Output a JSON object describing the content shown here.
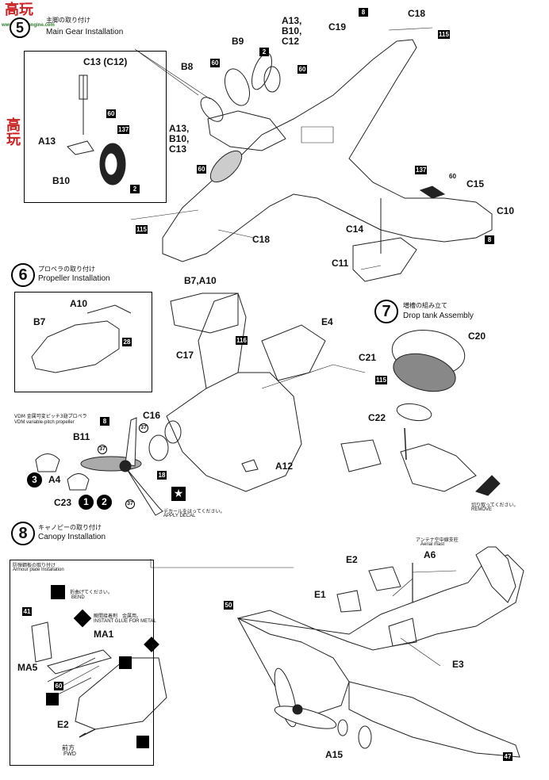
{
  "watermark": {
    "logo_text": "高玩",
    "url_text": "www.hobbyengine.com"
  },
  "step5": {
    "number": "5",
    "title_jp": "主脚の取り付け",
    "title_en": "Main Gear Installation",
    "inset_labels": {
      "c13": "C13 (C12)",
      "a13": "A13",
      "b10": "B10",
      "n60": "60",
      "n137": "137",
      "n2": "2"
    },
    "labels": {
      "b9": "B9",
      "b8": "B8",
      "n60a": "60",
      "n2": "2",
      "a13_list": "A13,\nB10,\nC12",
      "a13_list2": "A13,\nB10,\nC13",
      "n60b": "60",
      "n60c": "60",
      "n115a": "115",
      "c18a": "C18",
      "n8a": "8",
      "c18b": "C18",
      "c19": "C19",
      "n115b": "115",
      "n137": "137",
      "n60d": "60",
      "c15": "C15",
      "c10": "C10",
      "c14": "C14",
      "n8b": "8",
      "c11": "C11"
    }
  },
  "step6": {
    "number": "6",
    "title_jp": "プロペラの取り付け",
    "title_en": "Propeller Installation",
    "inset_labels": {
      "a10": "A10",
      "b7": "B7",
      "n28": "28"
    },
    "labels": {
      "b7a10": "B7,A10",
      "e4": "E4",
      "n116": "116",
      "c17": "C17",
      "c16": "C16",
      "n37a": "37",
      "n8": "8",
      "b11": "B11",
      "n37b": "37",
      "n18": "18",
      "n37c": "37",
      "a4": "A4",
      "c23": "C23",
      "a12": "A12",
      "n3": "3",
      "n1": "1",
      "n2": "2",
      "vdm_jp": "VDM 金属可変ピッチ3翅プロペラ",
      "vdm_en": "VDM variable-pitch propeller",
      "decal_jp": "デカールをはってください。",
      "decal_en": "APPLY DECAL"
    }
  },
  "step7": {
    "number": "7",
    "title_jp": "増槽の組み立て",
    "title_en": "Drop tank Assembly",
    "labels": {
      "c20": "C20",
      "c21": "C21",
      "n115": "115",
      "c22": "C22",
      "remove_jp": "切り取ってください。",
      "remove_en": "REMOVE"
    }
  },
  "step8": {
    "number": "8",
    "title_jp": "キャノピーの取り付け",
    "title_en": "Canopy Installation",
    "armour": {
      "title_jp": "防弾鋼板の取り付け",
      "title_en": "Armour plate Installation",
      "bend_jp": "折曲げてください。",
      "bend_en": "BEND",
      "glue_jp": "瞬間接着剤　金属用。",
      "glue_en": "INSTANT GLUE FOR METAL",
      "ma1": "MA1",
      "ma5": "MA5",
      "n41": "41",
      "n60": "60",
      "e2": "E2",
      "fwd_jp": "前方",
      "fwd_en": "FWD"
    },
    "labels": {
      "e2": "E2",
      "e1": "E1",
      "a6": "A6",
      "e3": "E3",
      "n50": "50",
      "a15": "A15",
      "n47": "47",
      "aerial_jp": "アンテナ空中線支柱",
      "aerial_en": "Aerial mast"
    }
  }
}
